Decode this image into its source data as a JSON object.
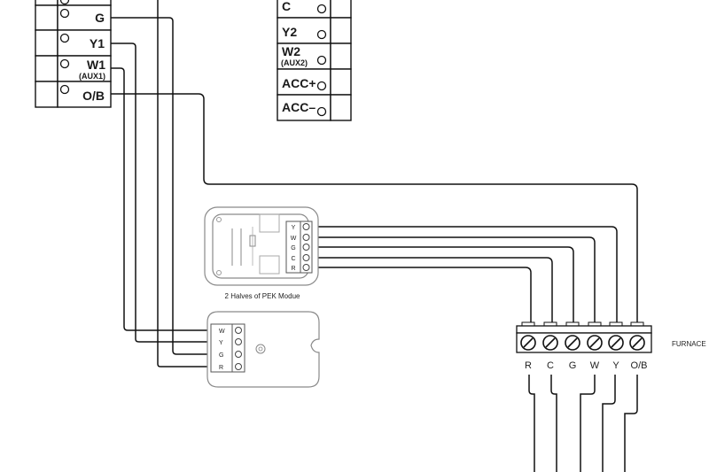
{
  "thermostat_left": {
    "terminals": [
      {
        "label": "G",
        "sub": ""
      },
      {
        "label": "Y1",
        "sub": ""
      },
      {
        "label": "W1",
        "sub": "(AUX1)"
      },
      {
        "label": "O/B",
        "sub": ""
      }
    ]
  },
  "thermostat_right": {
    "terminals": [
      {
        "label": "C",
        "sub": ""
      },
      {
        "label": "Y2",
        "sub": ""
      },
      {
        "label": "W2",
        "sub": "(AUX2)"
      },
      {
        "label": "ACC+",
        "sub": ""
      },
      {
        "label": "ACC–",
        "sub": ""
      }
    ]
  },
  "pek_module": {
    "caption": "2 Halves of PEK Modue",
    "upper_terminals": [
      "Y",
      "W",
      "G",
      "C",
      "R"
    ],
    "lower_terminals": [
      "W",
      "Y",
      "G",
      "R"
    ]
  },
  "furnace": {
    "label": "FURNACE",
    "terminals": [
      "R",
      "C",
      "G",
      "W",
      "Y",
      "O/B"
    ]
  },
  "colors": {
    "line": "#111111",
    "module_outline": "#8a8a8a",
    "background": "#ffffff"
  }
}
